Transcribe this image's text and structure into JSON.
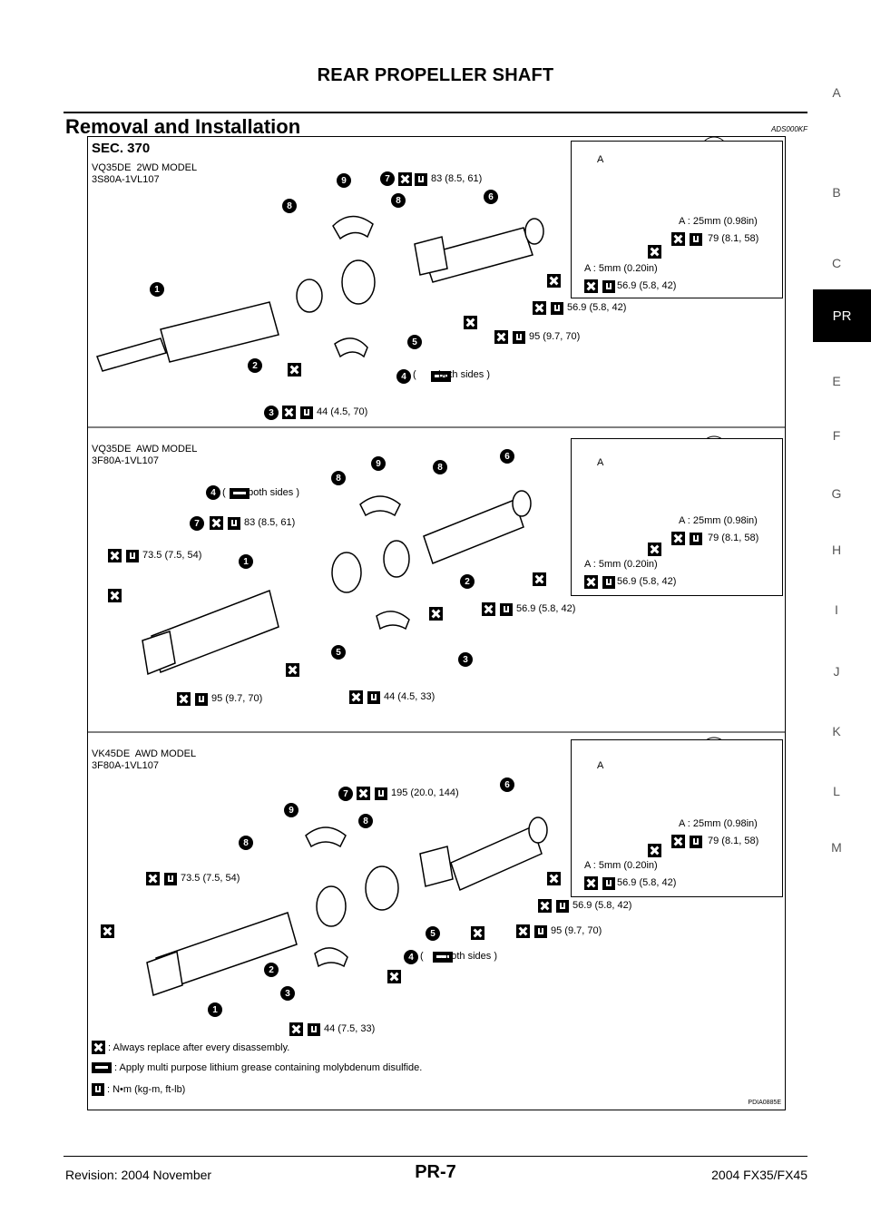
{
  "header": {
    "title": "REAR PROPELLER SHAFT"
  },
  "section": {
    "title": "Removal and Installation",
    "code": "ADS000KF"
  },
  "side_index": [
    "A",
    "B",
    "C",
    "PR",
    "E",
    "F",
    "G",
    "H",
    "I",
    "J",
    "K",
    "L",
    "M"
  ],
  "side_index_active": "PR",
  "figure": {
    "sec": "SEC. 370",
    "code": "PDIA0885E",
    "panels": [
      {
        "model": "VQ35DE  2WD MODEL",
        "part": "3S80A-1VL107",
        "labels": {
          "t7": "83 (8.5, 61)",
          "t4": "(      : both sides )",
          "t3": "44 (4.5, 70)",
          "t_yoke": "56.9 (5.8, 42)",
          "t_nut": "95 (9.7, 70)"
        },
        "callouts": [
          "1",
          "2",
          "3",
          "4",
          "5",
          "6",
          "7",
          "8",
          "9"
        ],
        "inset": {
          "a25": "A : 25mm (0.98in)",
          "t79": "79 (8.1, 58)",
          "a5": "A : 5mm (0.20in)",
          "t569": "56.9 (5.8, 42)",
          "letter": "A"
        }
      },
      {
        "model": "VQ35DE  AWD MODEL",
        "part": "3F80A-1VL107",
        "labels": {
          "t4": "(      : both sides )",
          "t7": "83 (8.5, 61)",
          "t735": "73.5 (7.5, 54)",
          "t_yoke": "56.9 (5.8, 42)",
          "t_nut": "95 (9.7, 70)",
          "t3": "44 (4.5, 33)"
        },
        "callouts": [
          "1",
          "2",
          "3",
          "4",
          "5",
          "6",
          "7",
          "8",
          "9"
        ],
        "inset": {
          "a25": "A : 25mm (0.98in)",
          "t79": "79 (8.1, 58)",
          "a5": "A : 5mm (0.20in)",
          "t569": "56.9 (5.8, 42)",
          "letter": "A"
        }
      },
      {
        "model": "VK45DE  AWD MODEL",
        "part": "3F80A-1VL107",
        "labels": {
          "t7": "195 (20.0, 144)",
          "t735": "73.5 (7.5, 54)",
          "t_yoke": "56.9 (5.8, 42)",
          "t_nut": "95 (9.7, 70)",
          "t4": "(      : both sides )",
          "t3": "44 (7.5, 33)"
        },
        "callouts": [
          "1",
          "2",
          "3",
          "4",
          "5",
          "6",
          "7",
          "8",
          "9"
        ],
        "inset": {
          "a25": "A : 25mm (0.98in)",
          "t79": "79 (8.1, 58)",
          "a5": "A : 5mm (0.20in)",
          "t569": "56.9 (5.8, 42)",
          "letter": "A"
        }
      }
    ],
    "legend": {
      "replace": ": Always replace after every disassembly.",
      "grease": ": Apply multi purpose lithium grease containing molybdenum disulfide.",
      "torque": ": N•m (kg-m, ft-lb)"
    }
  },
  "footer": {
    "revision": "Revision: 2004 November",
    "page": "PR-7",
    "model": "2004 FX35/FX45"
  }
}
